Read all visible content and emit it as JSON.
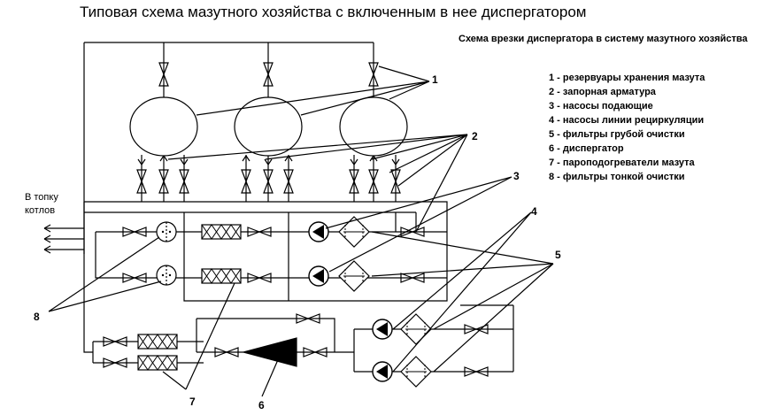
{
  "title": "Типовая схема мазутного хозяйства с включенным в нее диспергатором",
  "subtitle": "Схема врезки диспергатора в систему мазутного хозяйства",
  "legend": [
    "1 - резервуары хранения мазута",
    "2 - запорная арматура",
    "3 - насосы подающие",
    "4 - насосы линии рециркуляции",
    "5 - фильтры грубой очистки",
    "6 - диспергатор",
    "7 - пароподогреватели мазута",
    "8 - фильтры тонкой очистки"
  ],
  "furnace_label": {
    "line1": "В топку",
    "line2": "котлов"
  },
  "callouts": {
    "c1": "1",
    "c2": "2",
    "c3": "3",
    "c4": "4",
    "c5": "5",
    "c6": "6",
    "c7": "7",
    "c8": "8"
  }
}
